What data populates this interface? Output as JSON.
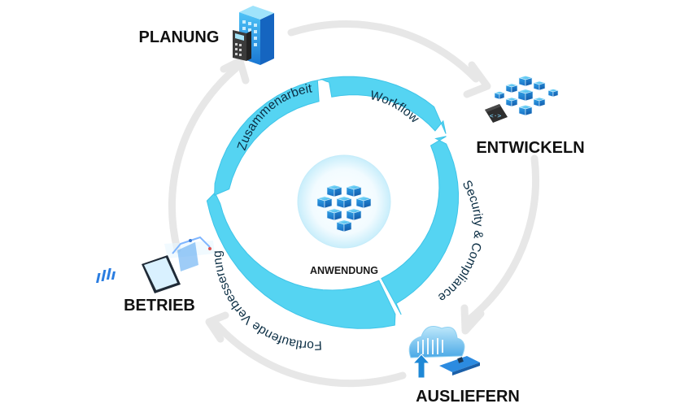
{
  "stages": {
    "planning": "PLANUNG",
    "develop": "ENTWICKELN",
    "deliver": "AUSLIEFERN",
    "operate": "BETRIEB"
  },
  "center": {
    "label": "ANWENDUNG"
  },
  "ring_segments": {
    "workflow": "Workflow",
    "security": "Security & Compliance",
    "improvement": "Fortlaufende Verbesserung",
    "collaboration": "Zusammenarbeit"
  },
  "colors": {
    "ring": "#55d4f2",
    "ring_edge": "#3ec4e8",
    "outer_cycle": "#e7e7e7",
    "icon_blue": "#1e88d6",
    "icon_light": "#7dd3f7"
  },
  "icons": {
    "planning": "building-calculator-icon",
    "develop": "code-cubes-icon",
    "deliver": "cloud-deploy-icon",
    "operate": "monitor-chart-icon",
    "center": "application-cubes-icon"
  }
}
